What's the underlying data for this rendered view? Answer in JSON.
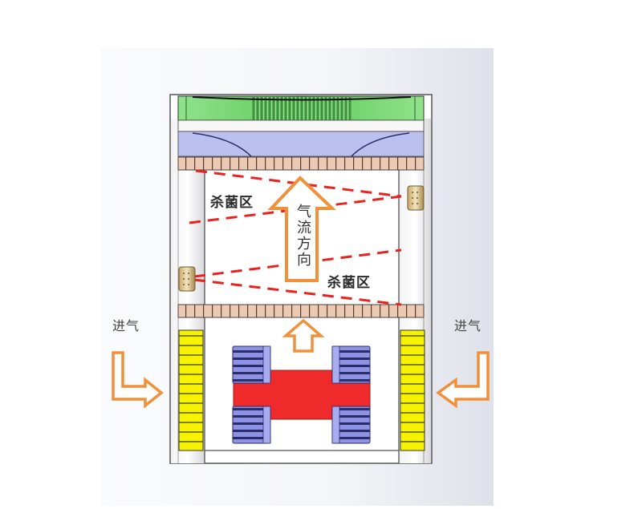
{
  "diagram": {
    "type": "air sterilizer airflow schematic",
    "labels": {
      "sterilization_zone_upper": "杀菌区",
      "sterilization_zone_lower": "杀菌区",
      "airflow_direction": "气流方向",
      "intake_left": "进气",
      "intake_right": "进气"
    },
    "components": {
      "top_fan": "fan-top",
      "upper_filter": "filter-upper",
      "lower_filter": "filter-lower",
      "uv_lamp_right": "uv-lamp-right",
      "uv_lamp_left": "uv-lamp-left",
      "side_intake_grilles": [
        "intake-grille-left",
        "intake-grille-right"
      ],
      "bottom_blower": "centrifugal-blower"
    },
    "colors": {
      "fan_green": "#6fcf6a",
      "diffuser_blue": "#b9bfee",
      "filter_tan": "#e8c6b0",
      "grille_yellow": "#f6f200",
      "blower_red": "#ee2a2a",
      "blower_blue": "#8e93e6",
      "arrow_orange": "#f0903a",
      "uv_ray_red": "#e8231f"
    }
  }
}
